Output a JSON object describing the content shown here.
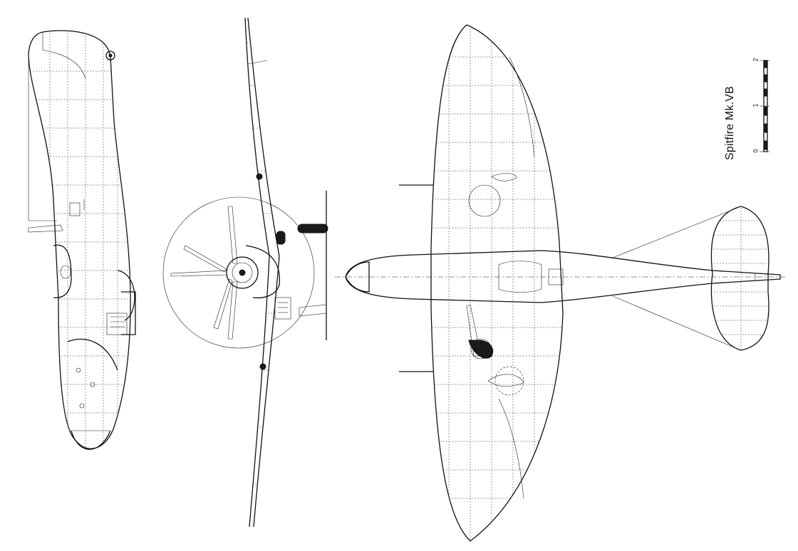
{
  "drawing": {
    "title": "Spitfire Mk.VB",
    "scale_labels": [
      "0",
      "1",
      "2"
    ]
  },
  "colors": {
    "ink": "#111111",
    "paper": "#ffffff"
  },
  "views": [
    "side-view",
    "front-view",
    "top-view"
  ]
}
